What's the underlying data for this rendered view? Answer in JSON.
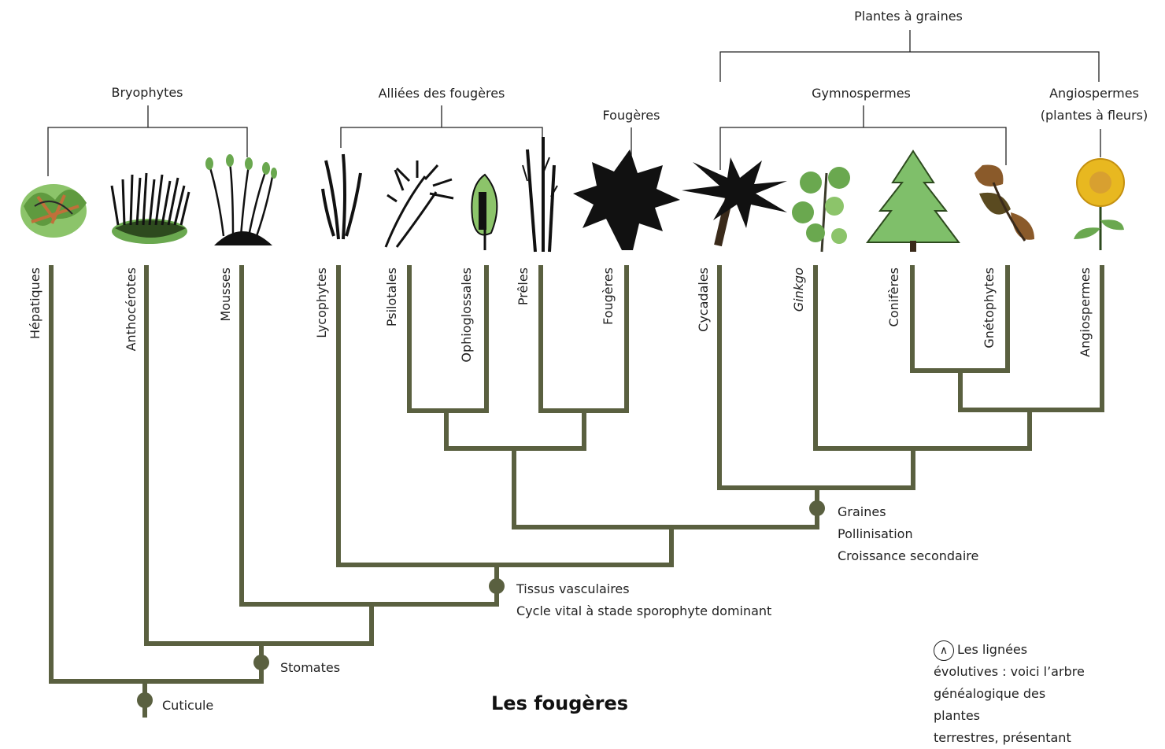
{
  "groups": {
    "seed_plants": "Plantes à graines",
    "bryophytes": "Bryophytes",
    "fern_allies": "Alliées des fougères",
    "ferns": "Fougères",
    "gymnosperms": "Gymnospermes",
    "angiosperms_line1": "Angiospermes",
    "angiosperms_line2": "(plantes à fleurs)"
  },
  "taxa": [
    {
      "label": "Hépatiques",
      "italic": false
    },
    {
      "label": "Anthocérotes",
      "italic": false
    },
    {
      "label": "Mousses",
      "italic": false
    },
    {
      "label": "Lycophytes",
      "italic": false
    },
    {
      "label": "Psilotales",
      "italic": false
    },
    {
      "label": "Ophioglossales",
      "italic": false
    },
    {
      "label": "Prêles",
      "italic": false
    },
    {
      "label": "Fougères",
      "italic": false
    },
    {
      "label": "Cycadales",
      "italic": false
    },
    {
      "label": "Ginkgo",
      "italic": true
    },
    {
      "label": "Conifères",
      "italic": false
    },
    {
      "label": "Gnétophytes",
      "italic": false
    },
    {
      "label": "Angiospermes",
      "italic": false
    }
  ],
  "characters": {
    "cuticle": "Cuticule",
    "stomata": "Stomates",
    "vascular_1": "Tissus vasculaires",
    "vascular_2": "Cycle vital à stade sporophyte dominant",
    "seeds_1": "Graines",
    "seeds_2": "Pollinisation",
    "seeds_3": "Croissance secondaire"
  },
  "caption": {
    "line1": "Les lignées",
    "line2": "évolutives : voici l’arbre",
    "line3": "généalogique des plantes",
    "line4": "terrestres, présentant"
  },
  "section_title": "Les fougères",
  "colors": {
    "branch": "#5a6040",
    "plant_dark": "#111111",
    "plant_green": "#8cc46a",
    "plant_leaf": "#6aa84f",
    "sunflower": "#e8b820"
  }
}
